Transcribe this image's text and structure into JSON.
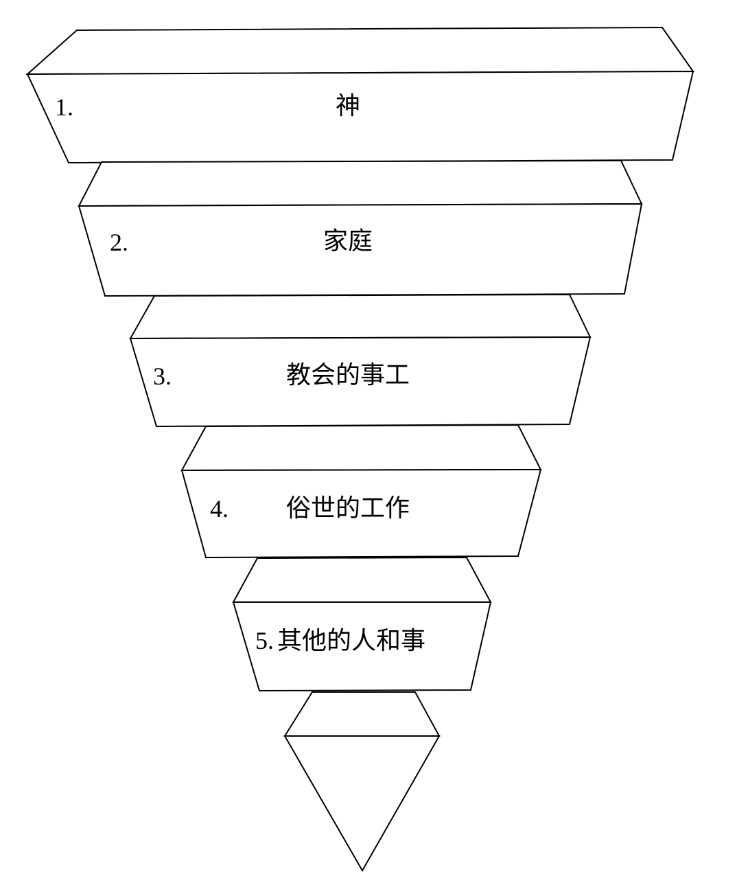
{
  "diagram": {
    "type": "inverted-priority-pyramid",
    "levels": [
      {
        "number": "1.",
        "label": "神"
      },
      {
        "number": "2.",
        "label": "家庭"
      },
      {
        "number": "3.",
        "label": "教会的事工"
      },
      {
        "number": "4.",
        "label": "俗世的工作"
      },
      {
        "number": "5.",
        "label": "其他的人和事"
      }
    ],
    "colors": {
      "stroke": "#000000",
      "fill": "#ffffff"
    }
  }
}
